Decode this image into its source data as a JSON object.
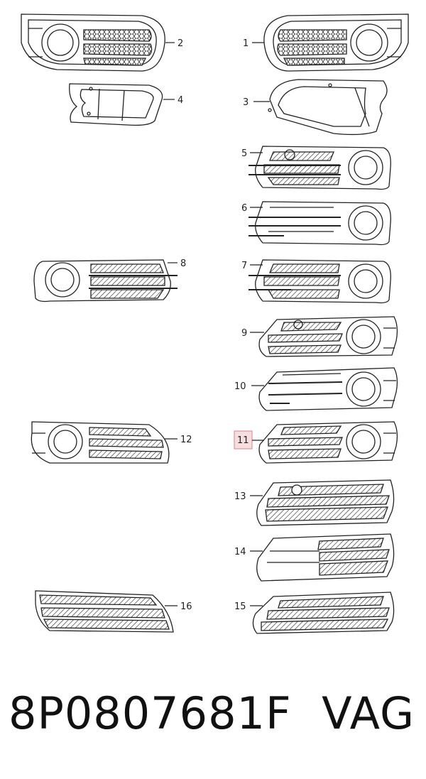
{
  "callouts": {
    "c1": "1",
    "c2": "2",
    "c3": "3",
    "c4": "4",
    "c5": "5",
    "c6": "6",
    "c7": "7",
    "c8": "8",
    "c9": "9",
    "c10": "10",
    "c11": "11",
    "c12": "12",
    "c13": "13",
    "c14": "14",
    "c15": "15",
    "c16": "16"
  },
  "highlight": {
    "callout": "11",
    "fill": "#f7dede",
    "border": "#d9828a"
  },
  "footer": {
    "part_number": "8P0807681F",
    "brand": "VAG"
  }
}
